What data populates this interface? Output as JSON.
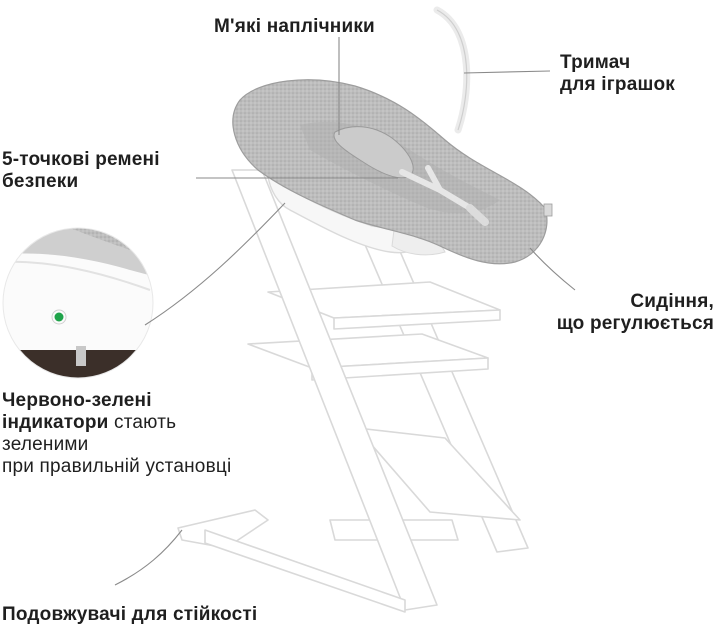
{
  "labels": {
    "headrest": "М'які наплічники",
    "toy_holder": {
      "line1": "Тримач",
      "line2": "для іграшок"
    },
    "harness": {
      "line1": "5-точкові ремені",
      "line2": "безпеки"
    },
    "seat": {
      "line1": "Сидіння,",
      "line2": "що регулюється"
    },
    "indicators": {
      "bold1": "Червоно-зелені",
      "bold2": "індикатори",
      "rest2": " стають",
      "line3": "зеленими",
      "line4": "при правильній установці"
    },
    "extenders": "Подовжувачі для стійкості"
  },
  "colors": {
    "text": "#1f1f1f",
    "frame_outline": "#d9d9d9",
    "seat_fabric": "#b9b9b9",
    "indicator_green": "#1fa34a",
    "leader_line": "#8a8a8a"
  },
  "icons": {
    "detail_circle": "indicator-closeup-icon"
  }
}
